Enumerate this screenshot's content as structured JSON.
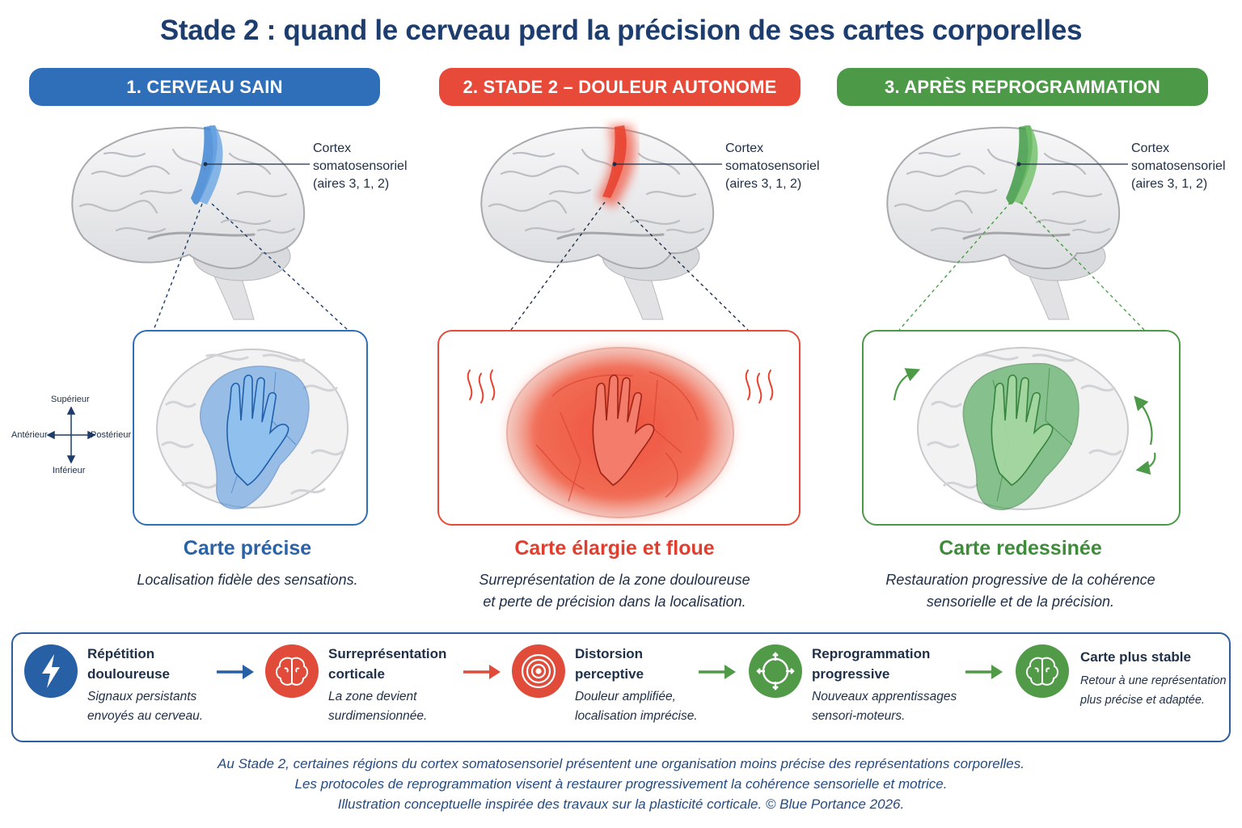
{
  "title": "Stade 2 : quand le cerveau perd la précision de ses cartes corporelles",
  "colors": {
    "blue": "#2f6fb9",
    "red": "#e84a3a",
    "green": "#4c9a47",
    "navy": "#1c3d6e"
  },
  "columns": [
    {
      "header": "1. CERVEAU SAIN",
      "cortex_label": [
        "Cortex",
        "somatosensoriel",
        "(aires 3, 1, 2)"
      ],
      "card_title": "Carte précise",
      "card_desc": [
        "Localisation fidèle des sensations."
      ],
      "accent": "#2f6fb9"
    },
    {
      "header": "2. STADE 2 – DOULEUR AUTONOME",
      "cortex_label": [
        "Cortex",
        "somatosensoriel",
        "(aires 3, 1, 2)"
      ],
      "card_title": "Carte élargie et floue",
      "card_desc": [
        "Surreprésentation de la zone douloureuse",
        "et perte de précision dans la localisation."
      ],
      "accent": "#e84a3a"
    },
    {
      "header": "3. APRÈS REPROGRAMMATION",
      "cortex_label": [
        "Cortex",
        "somatosensoriel",
        "(aires 3, 1, 2)"
      ],
      "card_title": "Carte redessinée",
      "card_desc": [
        "Restauration progressive de la cohérence",
        "sensorielle et de la précision."
      ],
      "accent": "#4c9a47"
    }
  ],
  "axes": {
    "up": "Supérieur",
    "down": "Inférieur",
    "left": "Antérieur",
    "right": "Postérieur"
  },
  "flow": [
    {
      "icon": "lightning-icon",
      "color": "#2860a6",
      "title": [
        "Répétition",
        "douloureuse"
      ],
      "desc": [
        "Signaux persistants",
        "envoyés au cerveau."
      ]
    },
    {
      "icon": "brain-icon",
      "color": "#e04b3a",
      "title": [
        "Surreprésentation",
        "corticale"
      ],
      "desc": [
        "La zone devient",
        "surdimensionnée."
      ]
    },
    {
      "icon": "target-icon",
      "color": "#e04b3a",
      "title": [
        "Distorsion",
        "perceptive"
      ],
      "desc": [
        "Douleur amplifiée,",
        "localisation imprécise."
      ]
    },
    {
      "icon": "cycle-icon",
      "color": "#519b48",
      "title": [
        "Reprogrammation",
        "progressive"
      ],
      "desc": [
        "Nouveaux apprentissages",
        "sensori-moteurs."
      ]
    },
    {
      "icon": "brain-icon",
      "color": "#519b48",
      "title": [
        "Carte plus stable"
      ],
      "desc": [
        "Retour à une représentation",
        "plus précise et adaptée."
      ]
    }
  ],
  "footer": [
    "Au Stade 2, certaines régions du cortex somatosensoriel présentent une organisation moins précise des représentations corporelles.",
    "Les protocoles de reprogrammation visent à restaurer progressivement la cohérence sensorielle et motrice.",
    "Illustration conceptuelle inspirée des travaux sur la plasticité corticale. © Blue Portance 2026."
  ]
}
